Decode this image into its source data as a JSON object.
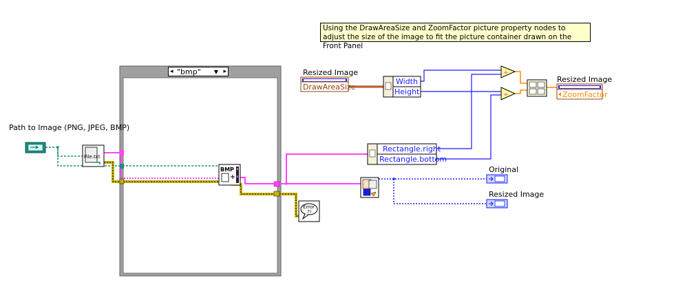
{
  "comment": "Using the DrawAreaSize and ZoomFactor picture property nodes to adjust the size of the image to fit the picture container drawn on the Front Panel",
  "labels": {
    "path_control": "Path to Image (PNG, JPEG, BMP)",
    "resized_image_left": "Resized Image",
    "resized_image_right": "Resized Image",
    "original_indicator": "Original",
    "resized_image_indicator": "Resized Image"
  },
  "case_structure": {
    "selector_value": "\"bmp\""
  },
  "property_nodes": {
    "draw_area": {
      "property": "DrawAreaSize"
    },
    "zoom": {
      "property": "ZoomFactor"
    },
    "size_unbundle": {
      "items": [
        "Width",
        "Height"
      ]
    },
    "rect_unbundle": {
      "items": [
        "Rectangle.right",
        "Rectangle.bottom"
      ]
    }
  },
  "icons": {
    "file_ext": "File.txt",
    "bmp_reader": "BMP",
    "error_handler": "Error"
  },
  "colors": {
    "path_wire": "#1e8c7e",
    "picture_wire": "#ff44ff",
    "error_wire": "#c8b400",
    "numeric_wire": "#1a1aff",
    "refnum_wire": "#8b4513",
    "comment_bg": "#ffffcc",
    "frame_gray": "#9a9a9a"
  }
}
